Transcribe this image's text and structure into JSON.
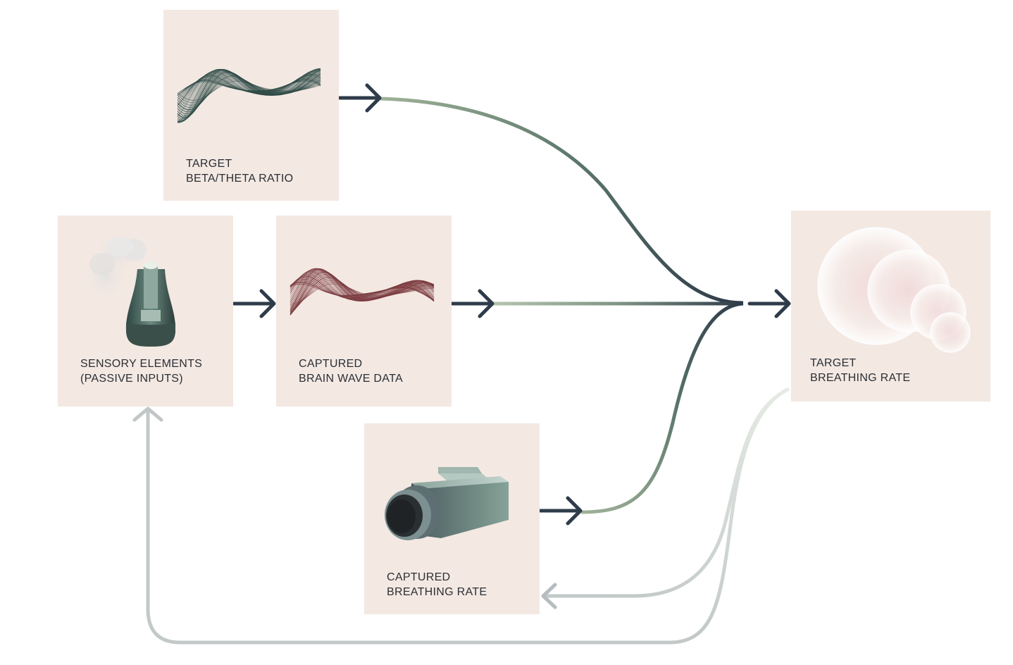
{
  "nodes": {
    "target_beta_theta": {
      "line1": "TARGET",
      "line2": "BETA/THETA RATIO",
      "icon": "wave-lines-icon"
    },
    "sensory_elements": {
      "line1": "SENSORY ELEMENTS",
      "line2": "(PASSIVE INPUTS)",
      "icon": "diffuser-icon"
    },
    "captured_brain_wave": {
      "line1": "CAPTURED",
      "line2": "BRAIN WAVE DATA",
      "icon": "wave-lines-icon"
    },
    "captured_breathing": {
      "line1": "CAPTURED",
      "line2": "BREATHING RATE",
      "icon": "camera-icon"
    },
    "target_breathing": {
      "line1": "TARGET",
      "line2": "BREATHING RATE",
      "icon": "bubbles-icon"
    }
  },
  "colors": {
    "card": "#f3e8e2",
    "arrow": "#2e3b4a",
    "flow_green": "#8fa58a",
    "feedback_gray": "#c4cbc9",
    "wave_green": "#2e4a46",
    "wave_red": "#7a3a3e"
  }
}
